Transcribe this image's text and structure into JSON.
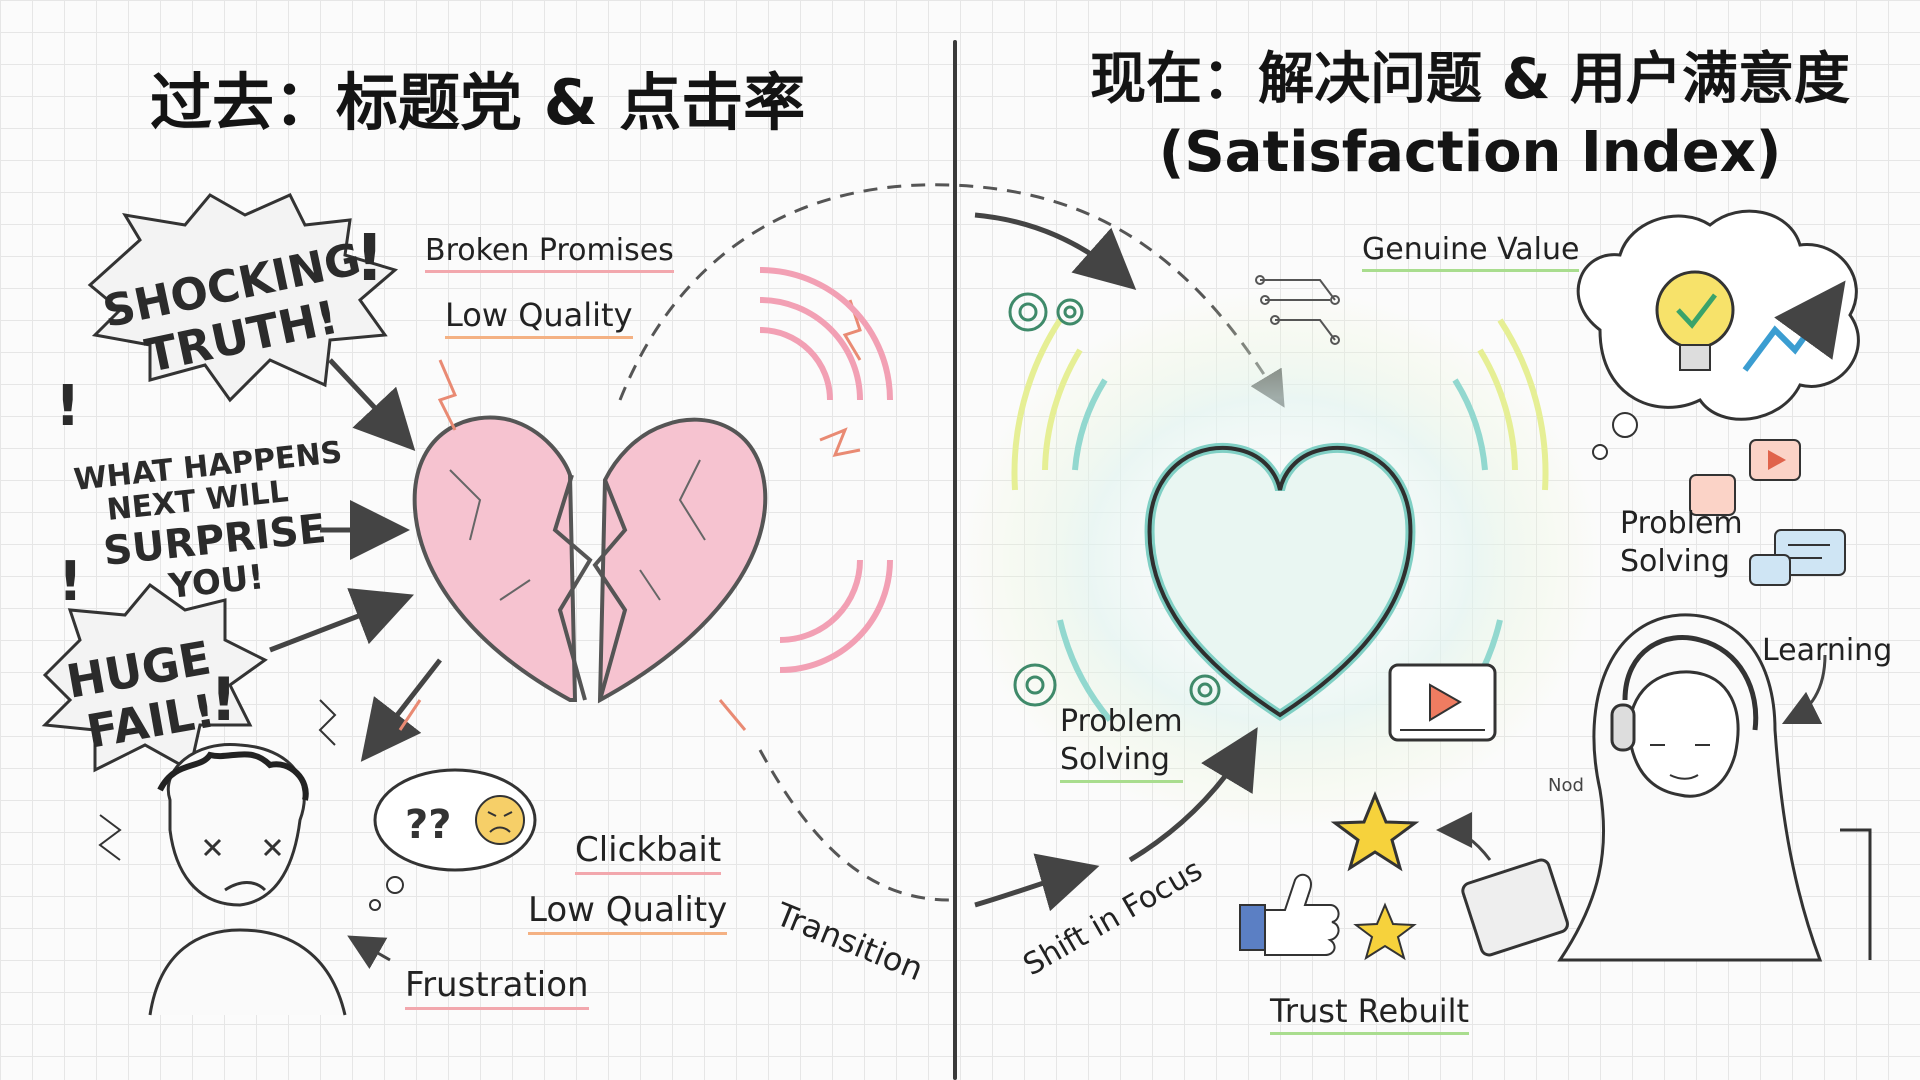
{
  "left_panel": {
    "title": "过去：标题党 & 点击率",
    "shout_1": [
      "SHOCKING",
      "TRUTH!"
    ],
    "shout_2": [
      "WHAT HAPPENS",
      "NEXT WILL",
      "SURPRISE",
      "YOU!"
    ],
    "shout_3": [
      "HUGE",
      "FAIL!"
    ],
    "labels": {
      "broken_promises": "Broken Promises",
      "low_quality_top": "Low Quality",
      "clickbait": "Clickbait",
      "low_quality_bottom": "Low Quality",
      "frustration": "Frustration",
      "transition": "Transition"
    },
    "thought": "??"
  },
  "right_panel": {
    "title_line1": "现在：解决问题 & 用户满意度",
    "title_line2": "(Satisfaction Index)",
    "labels": {
      "genuine_value": "Genuine Value",
      "problem_solving_right": "Problem\nSolving",
      "problem_solving_left": "Problem\nSolving",
      "learning": "Learning",
      "shift_in_focus": "Shift in Focus",
      "trust_rebuilt": "Trust Rebuilt",
      "nod": "Nod"
    }
  },
  "colors": {
    "broken_heart": "#f4b6c6",
    "heart_glow_teal": "#8fd6cc",
    "heart_glow_yellow": "#e3ee8c",
    "underline_green": "#a9dd8e",
    "underline_pink": "#f2a7ad",
    "star_yellow": "#f6d23c"
  },
  "icons": [
    "broken-heart-icon",
    "heart-icon",
    "lightbulb-icon",
    "star-icon",
    "thumbs-up-icon",
    "play-video-icon",
    "chat-bubble-icon",
    "gear-icon",
    "circuit-icon",
    "trend-arrow-icon",
    "angry-face-icon"
  ]
}
